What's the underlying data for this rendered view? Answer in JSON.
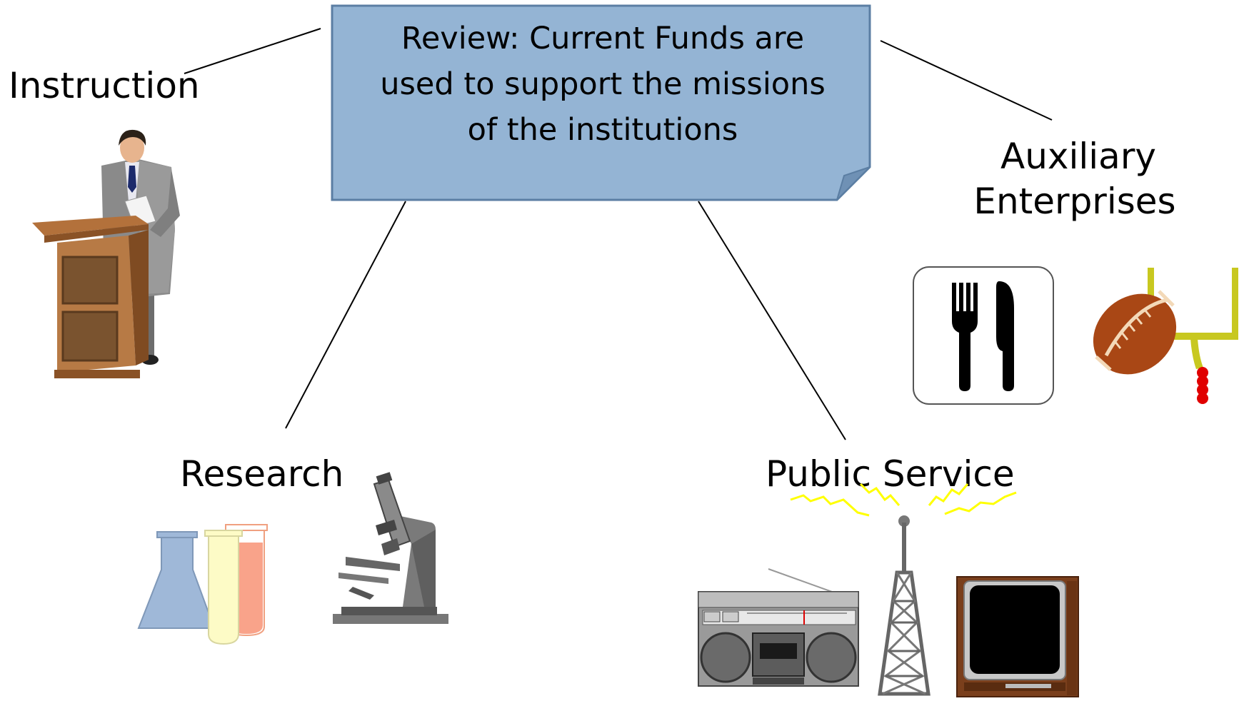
{
  "note": {
    "lines": [
      "Review:  Current Funds are",
      "used to support the missions",
      "of the institutions"
    ]
  },
  "labels": {
    "instruction": "Instruction",
    "auxiliary_line1": "Auxiliary",
    "auxiliary_line2": "Enterprises",
    "research": "Research",
    "public_service": "Public Service"
  },
  "icons": {
    "instruction": [
      "lecturer-at-podium-icon"
    ],
    "auxiliary": [
      "fork-knife-dining-icon",
      "football-goalpost-icon"
    ],
    "research": [
      "lab-flask-test-tubes-icon",
      "microscope-icon"
    ],
    "public_service": [
      "boombox-radio-icon",
      "radio-tower-icon",
      "television-icon"
    ]
  },
  "colors": {
    "note_fill": "#94b4d4",
    "note_border": "#5b7ea3",
    "connector": "#000000"
  }
}
